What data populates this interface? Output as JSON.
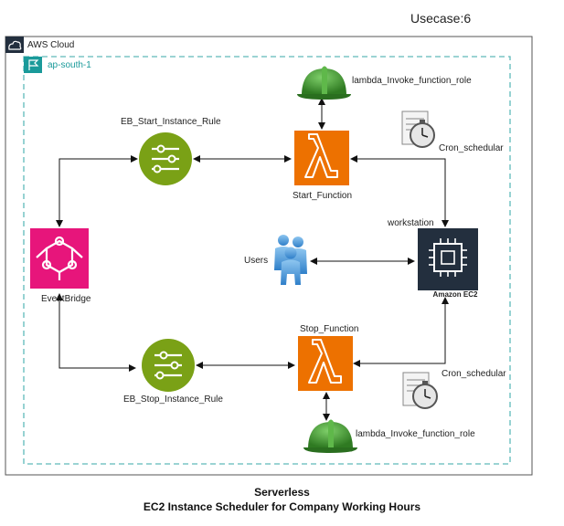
{
  "header": {
    "usecase": "Usecase:6"
  },
  "cloud": {
    "label": "AWS Cloud",
    "region": "ap-south-1"
  },
  "nodes": {
    "eb_start_rule": "EB_Start_Instance_Rule",
    "eb_stop_rule": "EB_Stop_Instance_Rule",
    "start_function": "Start_Function",
    "stop_function": "Stop_Function",
    "role_top": "lambda_Invoke_function_role",
    "role_bottom": "lambda_Invoke_function_role",
    "cron_top": "Cron_schedular",
    "cron_bottom": "Cron_schedular",
    "eventbridge": "EventBridge",
    "users": "Users",
    "workstation": "workstation",
    "ec2": "Amazon EC2"
  },
  "caption": {
    "line1": "Serverless",
    "line2": "EC2 Instance Scheduler for Company Working Hours"
  },
  "colors": {
    "lambda": "#ED7100",
    "rule": "#7AA116",
    "eventbridge": "#E7157B",
    "ec2": "#232F3E",
    "region_border": "#5FB9B9",
    "helmet": "#3E8E2E"
  }
}
